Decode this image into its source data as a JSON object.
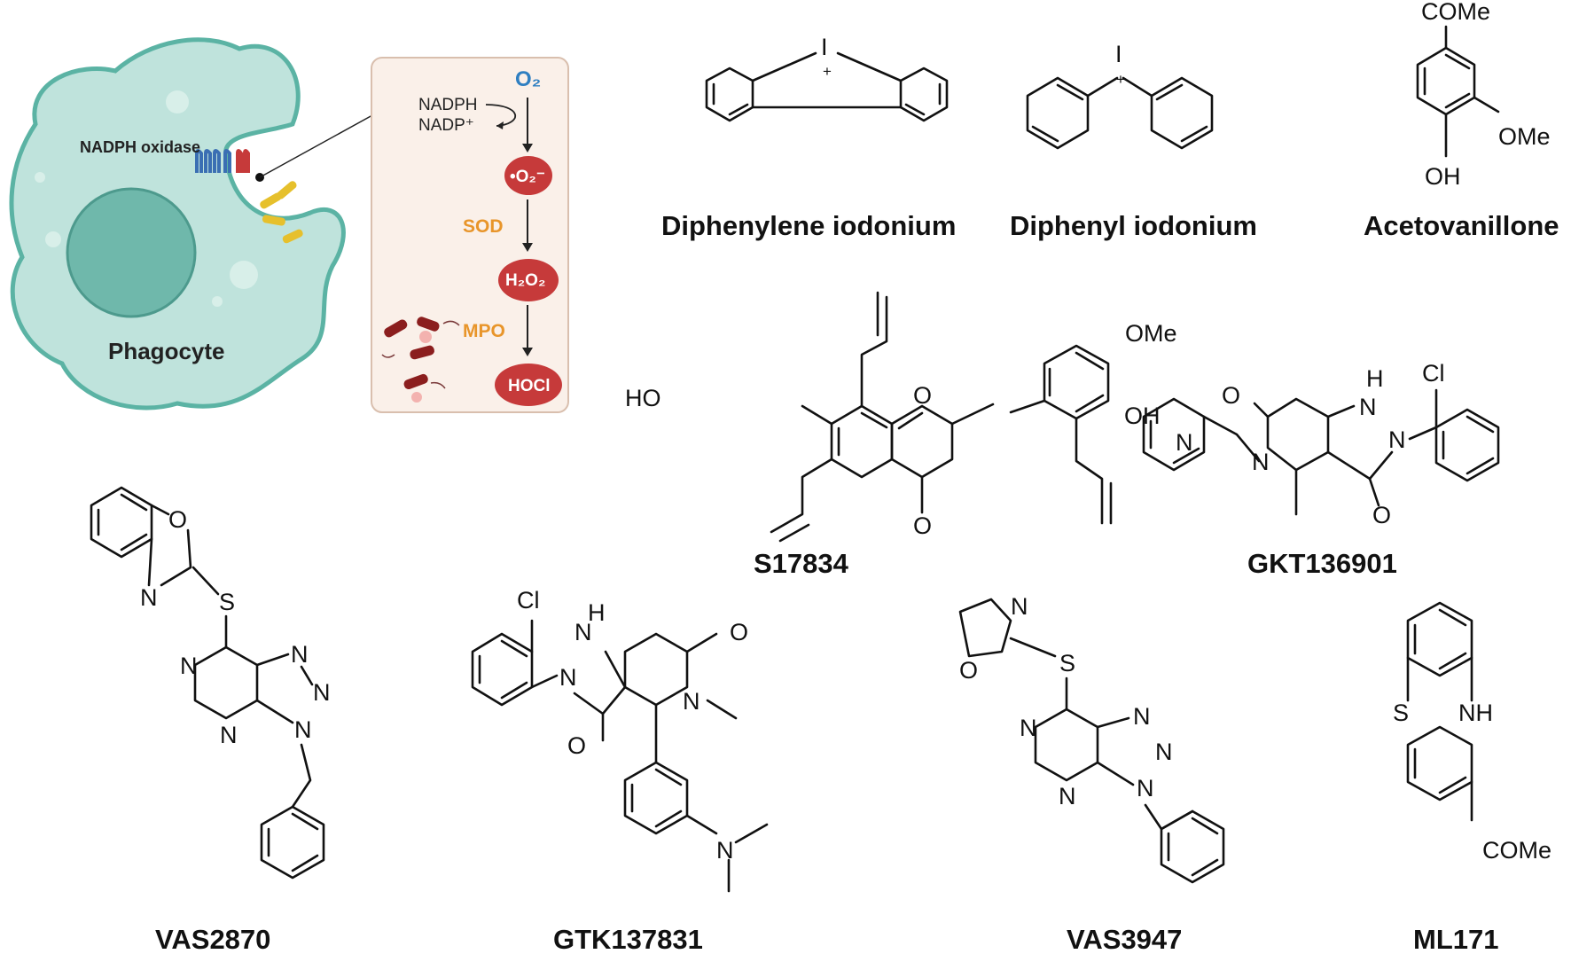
{
  "biology": {
    "cell_label": "Phagocyte",
    "enzyme_label": "NADPH oxidase",
    "cofactor_in": "NADPH",
    "cofactor_out": "NADP⁺",
    "substrate": "O₂",
    "superoxide": "•O₂⁻",
    "sod_label": "SOD",
    "peroxide": "H₂O₂",
    "mpo_label": "MPO",
    "hypochlorous": "HOCl"
  },
  "compounds": {
    "diphenylene_iodonium": "Diphenylene iodonium",
    "diphenyl_iodonium": "Diphenyl iodonium",
    "acetovanillone": "Acetovanillone",
    "s17834": "S17834",
    "gkt136901": "GKT136901",
    "vas2870": "VAS2870",
    "gtk137831": "GTK137831",
    "vas3947": "VAS3947",
    "ml171": "ML171"
  },
  "atoms": {
    "iodine": "I",
    "plus": "+",
    "come": "COMe",
    "ome": "OMe",
    "oh": "OH",
    "ho": "HO",
    "o": "O",
    "n": "N",
    "s": "S",
    "nh": "NH",
    "h": "H",
    "cl": "Cl"
  },
  "colors": {
    "cell_fill": "#bfe3dc",
    "cell_stroke": "#5bb3a4",
    "nucleus_fill": "#6fb8ab",
    "panel_fill": "#faf0e9",
    "panel_stroke": "#d9bfae",
    "ros_red": "#c63a3a",
    "enzyme_label_orange": "#e8952a",
    "oxygen_blue": "#2f7fc1"
  }
}
